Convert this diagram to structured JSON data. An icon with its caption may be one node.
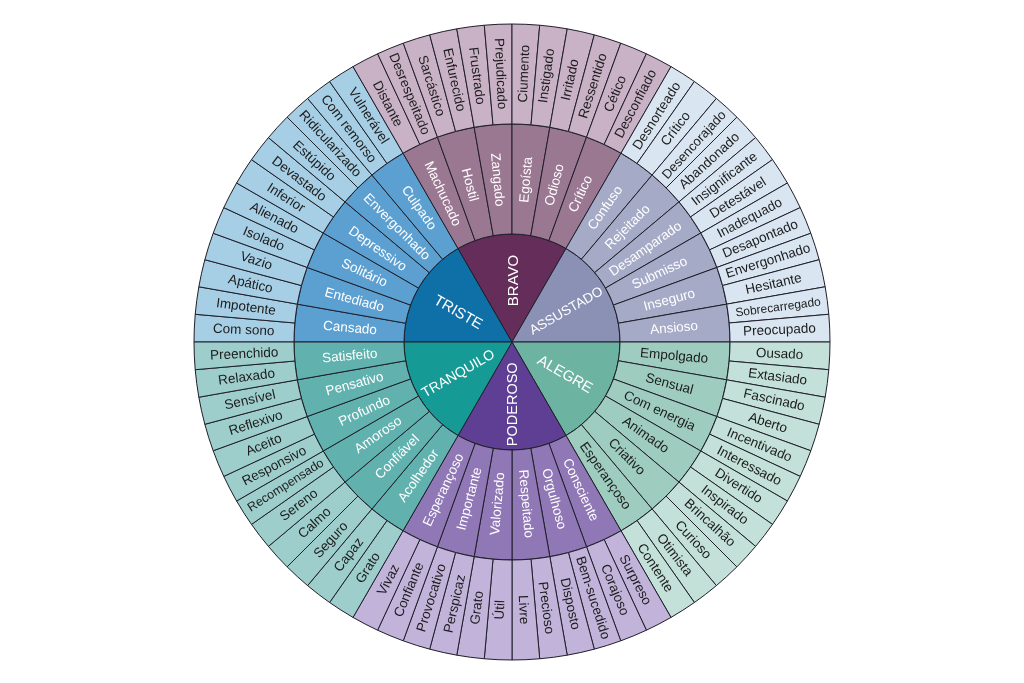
{
  "diagram": {
    "nodes": [
      {
        "text": [
          "TRISTE"
        ]
      },
      {
        "text": [
          "BRAVO"
        ]
      },
      {
        "text": [
          "ASSUSTADO"
        ]
      },
      {
        "text": [
          "ALEGRE"
        ]
      },
      {
        "text": [
          "PODEROSO"
        ]
      },
      {
        "text": [
          "TRANQUILO"
        ]
      },
      {
        "text": [
          "Cansado"
        ]
      },
      {
        "text": [
          "Entediado"
        ]
      },
      {
        "text": [
          "Solitário"
        ]
      },
      {
        "text": [
          "Depressivo"
        ]
      },
      {
        "text": [
          "Envergonhado"
        ]
      },
      {
        "text": [
          "Culpado"
        ]
      },
      {
        "text": [
          "Machucado"
        ]
      },
      {
        "text": [
          "Hostil"
        ]
      },
      {
        "text": [
          "Zangado"
        ]
      },
      {
        "text": [
          "Egoísta"
        ]
      },
      {
        "text": [
          "Odioso"
        ]
      },
      {
        "text": [
          "Crítico"
        ]
      },
      {
        "text": [
          "Confuso"
        ]
      },
      {
        "text": [
          "Rejeitado"
        ]
      },
      {
        "text": [
          "Desamparado"
        ]
      },
      {
        "text": [
          "Submisso"
        ]
      },
      {
        "text": [
          "Inseguro"
        ]
      },
      {
        "text": [
          "Ansioso"
        ]
      },
      {
        "text": [
          "Empolgado"
        ]
      },
      {
        "text": [
          "Sensual"
        ]
      },
      {
        "text": [
          "Com energia"
        ]
      },
      {
        "text": [
          "Animado"
        ]
      },
      {
        "text": [
          "Criativo"
        ]
      },
      {
        "text": [
          "Esperançoso"
        ]
      },
      {
        "text": [
          "Consciente"
        ]
      },
      {
        "text": [
          "Orgulhoso"
        ]
      },
      {
        "text": [
          "Respeitado"
        ]
      },
      {
        "text": [
          "Valorizado"
        ]
      },
      {
        "text": [
          "Importante"
        ]
      },
      {
        "text": [
          "Esperançoso"
        ]
      },
      {
        "text": [
          "Acolhedor"
        ]
      },
      {
        "text": [
          "Confiável"
        ]
      },
      {
        "text": [
          "Amoroso"
        ]
      },
      {
        "text": [
          "Profundo"
        ]
      },
      {
        "text": [
          "Pensativo"
        ]
      },
      {
        "text": [
          "Satisfeito"
        ]
      },
      {
        "text": [
          "Com sono"
        ]
      },
      {
        "text": [
          "Impotente"
        ]
      },
      {
        "text": [
          "Apático"
        ]
      },
      {
        "text": [
          "Vazio"
        ]
      },
      {
        "text": [
          "Isolado"
        ]
      },
      {
        "text": [
          "Alienado"
        ]
      },
      {
        "text": [
          "Inferior"
        ]
      },
      {
        "text": [
          "Devastado"
        ]
      },
      {
        "text": [
          "Estúpido"
        ]
      },
      {
        "text": [
          "Ridicularizado"
        ]
      },
      {
        "text": [
          "Com remorso"
        ]
      },
      {
        "text": [
          "Vulnerável"
        ]
      },
      {
        "text": [
          "Distante"
        ]
      },
      {
        "text": [
          "Desrespeitado"
        ]
      },
      {
        "text": [
          "Sarcástico"
        ]
      },
      {
        "text": [
          "Enfurecido"
        ]
      },
      {
        "text": [
          "Frustrado"
        ]
      },
      {
        "text": [
          "Prejudicado"
        ]
      },
      {
        "text": [
          "Ciumento"
        ]
      },
      {
        "text": [
          "Instigado"
        ]
      },
      {
        "text": [
          "Irritado"
        ]
      },
      {
        "text": [
          "Ressentido"
        ]
      },
      {
        "text": [
          "Cético"
        ]
      },
      {
        "text": [
          "Desconfiado"
        ]
      },
      {
        "text": [
          "Desnorteado"
        ]
      },
      {
        "text": [
          "Crítico"
        ]
      },
      {
        "text": [
          "Desencorajado"
        ]
      },
      {
        "text": [
          "Abandonado"
        ]
      },
      {
        "text": [
          "Insignificante"
        ]
      },
      {
        "text": [
          "Detestável"
        ]
      },
      {
        "text": [
          "Inadequado"
        ]
      },
      {
        "text": [
          "Desapontado"
        ]
      },
      {
        "text": [
          "Envergonhado"
        ]
      },
      {
        "text": [
          "Hesitante"
        ]
      },
      {
        "text": [
          "Sobrecarregado"
        ]
      },
      {
        "text": [
          "Preocupado"
        ]
      },
      {
        "text": [
          "Ousado"
        ]
      },
      {
        "text": [
          "Extasiado"
        ]
      },
      {
        "text": [
          "Fascinado"
        ]
      },
      {
        "text": [
          "Aberto"
        ]
      },
      {
        "text": [
          "Incentivado"
        ]
      },
      {
        "text": [
          "Interessado"
        ]
      },
      {
        "text": [
          "Divertido"
        ]
      },
      {
        "text": [
          "Inspirado"
        ]
      },
      {
        "text": [
          "Brincalhão"
        ]
      },
      {
        "text": [
          "Curioso"
        ]
      },
      {
        "text": [
          "Otimista"
        ]
      },
      {
        "text": [
          "Contente"
        ]
      },
      {
        "text": [
          "Surpreso"
        ]
      },
      {
        "text": [
          "Corajoso"
        ]
      },
      {
        "text": [
          "Bem-sucedido"
        ]
      },
      {
        "text": [
          "Disposto"
        ]
      },
      {
        "text": [
          "Precioso"
        ]
      },
      {
        "text": [
          "Livre"
        ]
      },
      {
        "text": [
          "Útil"
        ]
      },
      {
        "text": [
          "Grato"
        ]
      },
      {
        "text": [
          "Perspicaz"
        ]
      },
      {
        "text": [
          "Provocativo"
        ]
      },
      {
        "text": [
          "Confiante"
        ]
      },
      {
        "text": [
          "Vivaz"
        ]
      },
      {
        "text": [
          "Grato"
        ]
      },
      {
        "text": [
          "Capaz"
        ]
      },
      {
        "text": [
          "Seguro"
        ]
      },
      {
        "text": [
          "Calmo"
        ]
      },
      {
        "text": [
          "Sereno"
        ]
      },
      {
        "text": [
          "Recompensado"
        ]
      },
      {
        "text": [
          "Responsivo"
        ]
      },
      {
        "text": [
          "Aceito"
        ]
      },
      {
        "text": [
          "Reflexivo"
        ]
      },
      {
        "text": [
          "Sensível"
        ]
      },
      {
        "text": [
          "Relaxado"
        ]
      },
      {
        "text": [
          "Preenchido"
        ]
      }
    ]
  }
}
